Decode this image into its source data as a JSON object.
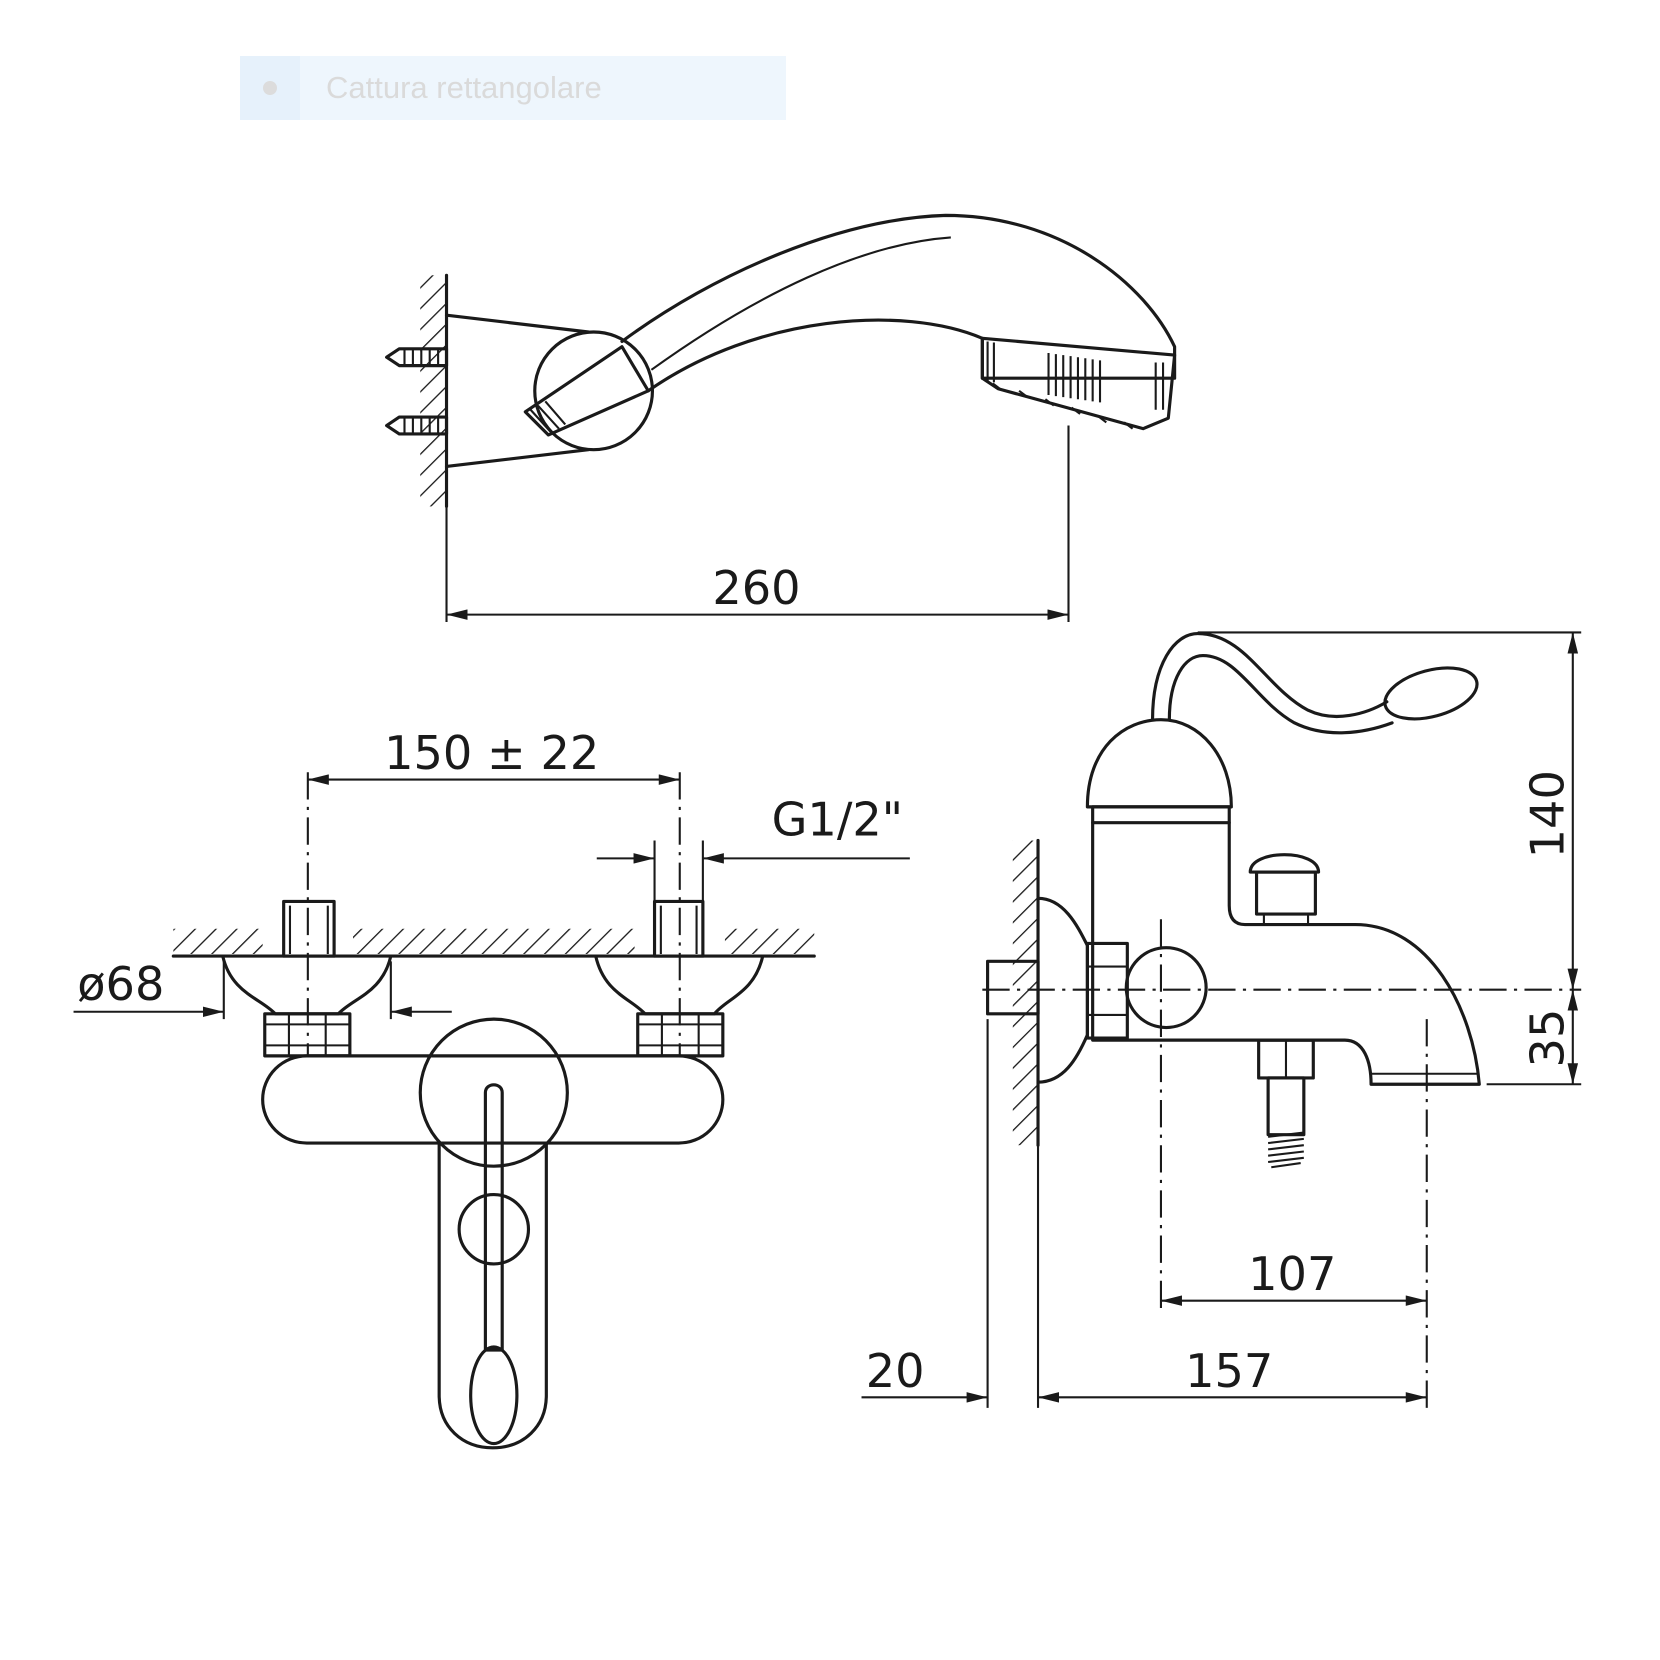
{
  "capture_button": {
    "label": "Cattura rettangolare",
    "icon": "record-dot-icon"
  },
  "drawing": {
    "dimensions": {
      "shower_length": "260",
      "inlet_spacing": "150 ± 22",
      "thread": "G1/2\"",
      "escutcheon_diameter": "ø68",
      "height_above_axis": "140",
      "spout_below_axis": "35",
      "axis_to_spout": "107",
      "wall_to_spout": "157",
      "stud_projection": "20"
    }
  }
}
